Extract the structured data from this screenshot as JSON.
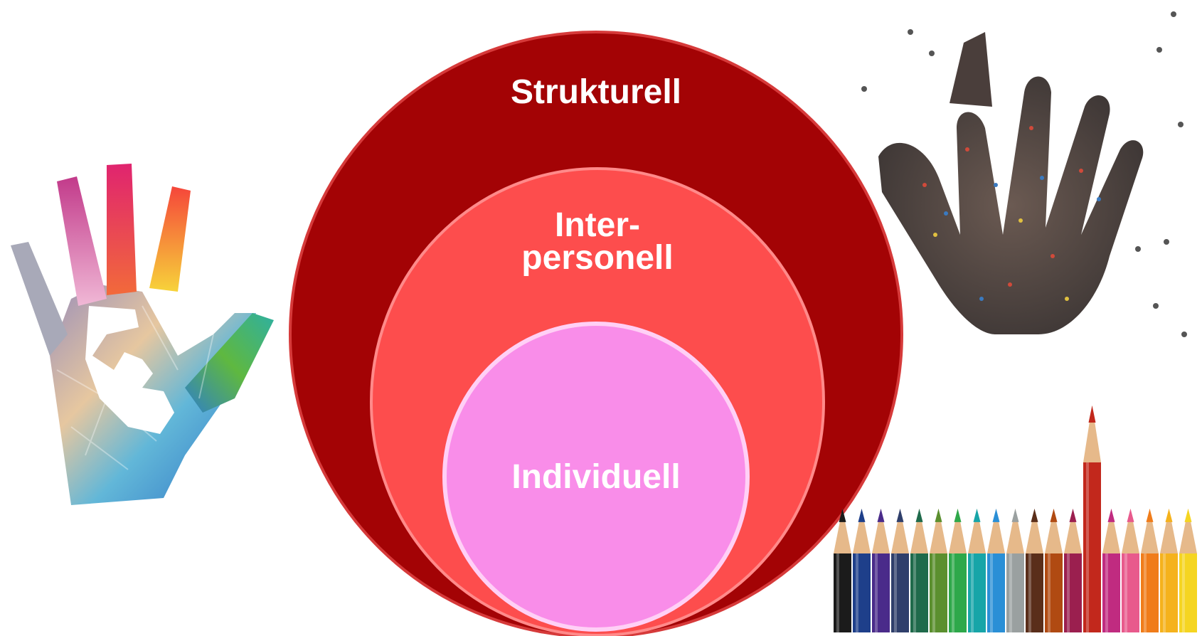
{
  "diagram": {
    "type": "nested-circles",
    "layers": [
      {
        "id": "outer",
        "lines": [
          "Strukturell"
        ],
        "color": "#a30305"
      },
      {
        "id": "middle",
        "lines": [
          "Inter-",
          "personell"
        ],
        "color": "#fd4d4d"
      },
      {
        "id": "inner",
        "lines": [
          "Individuell"
        ],
        "color": "#f98de9"
      }
    ]
  },
  "images": {
    "left": "polygon-hands-icon",
    "top_right": "crowd-hand-photo",
    "bottom_right": "colored-pencils-photo"
  },
  "pencil_colors": [
    "#1b1b1b",
    "#1e3f8a",
    "#4a2b8a",
    "#2f3f6b",
    "#1f6a4b",
    "#5b8f2f",
    "#2ea84a",
    "#17a5a8",
    "#2a8fd6",
    "#9aa0a0",
    "#5a2e1a",
    "#b04a12",
    "#9b1f4f",
    "#c2281c",
    "#c02b80",
    "#e85a8c",
    "#f07c1a",
    "#f5b21c",
    "#f5d521"
  ]
}
